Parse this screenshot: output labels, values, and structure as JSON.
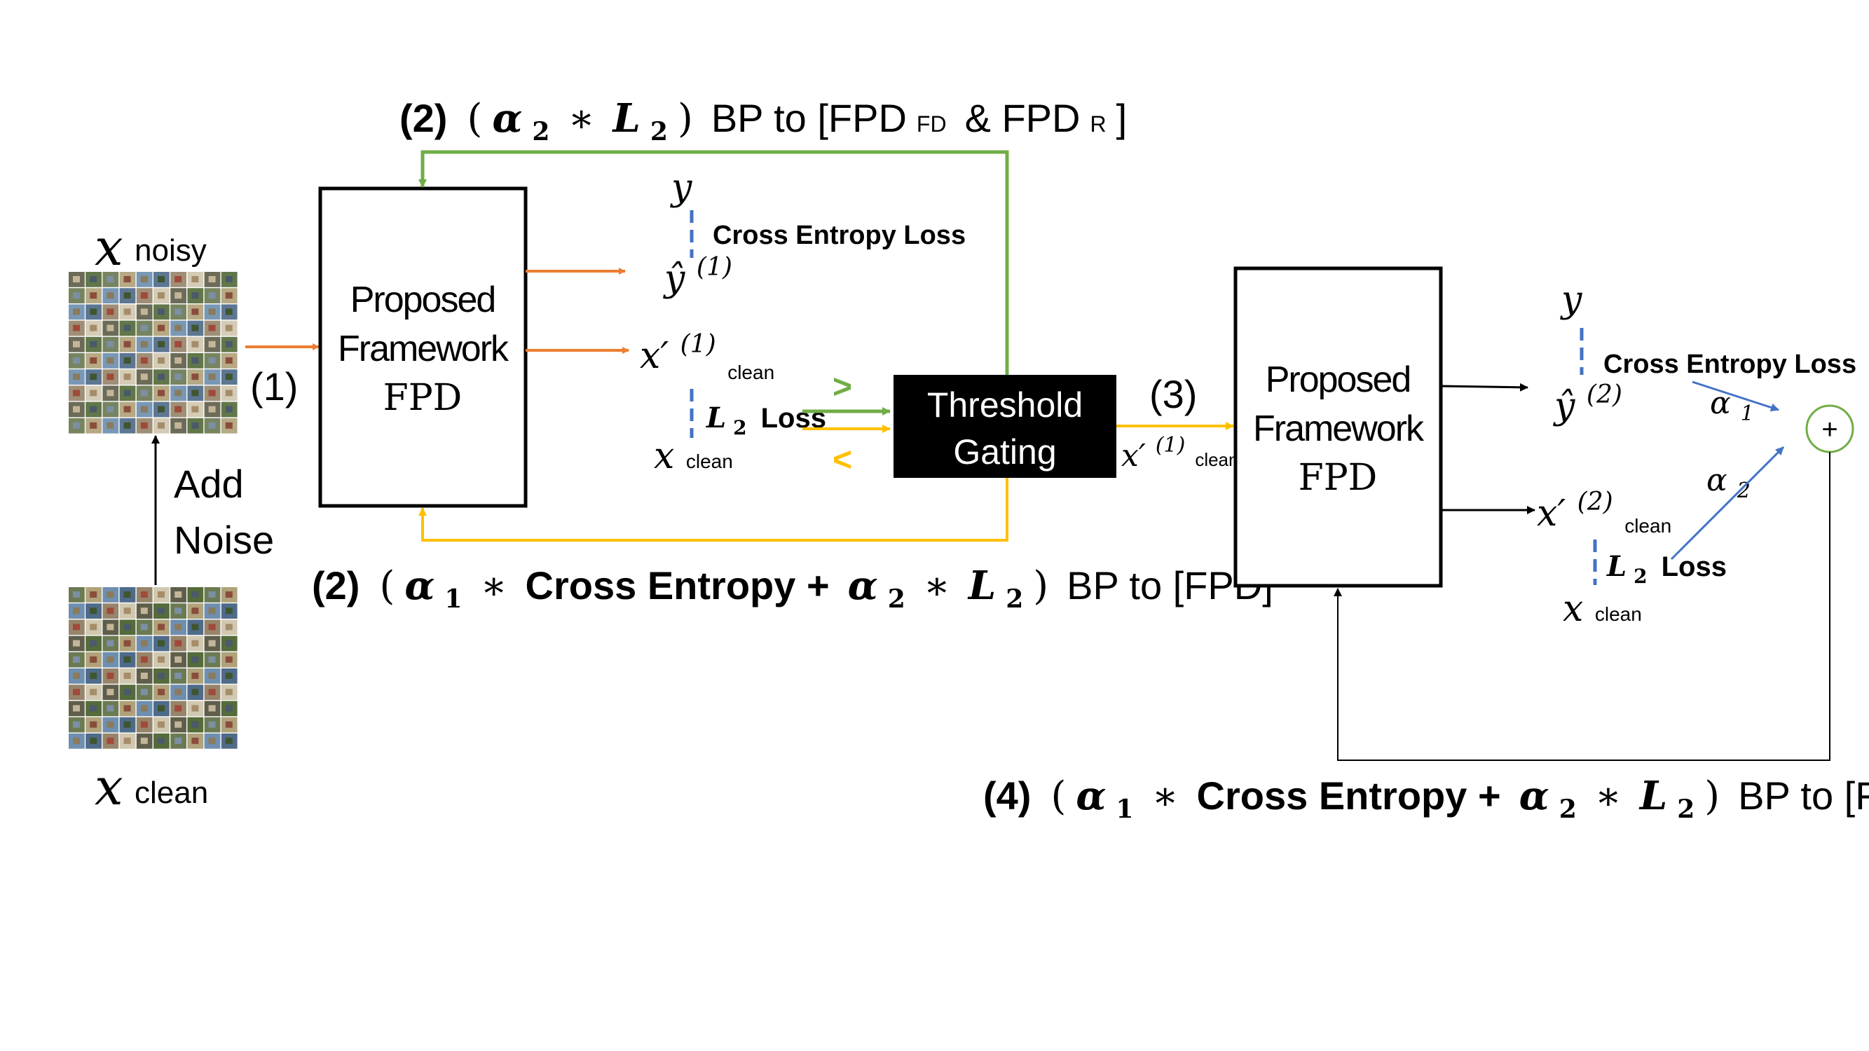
{
  "top_label": {
    "step": "(2)",
    "open": "(",
    "alpha": "α",
    "alpha_sub": "2",
    "star": "∗",
    "loss": "L",
    "loss_sub": "2",
    "close": ")",
    "bp": "BP to [FPD",
    "sub_fd": "FD",
    "amp": "& FPD",
    "sub_r": "R",
    "end": "]"
  },
  "mid_label": {
    "step": "(2)",
    "open": "(",
    "alpha1": "α",
    "alpha1_sub": "1",
    "star": "∗",
    "ce": "Cross Entropy +",
    "alpha2": "α",
    "alpha2_sub": "2",
    "loss": "L",
    "loss_sub": "2",
    "close": ")",
    "bp": "BP to [FPD]"
  },
  "bottom_label": {
    "step": "(4)",
    "open": "(",
    "alpha1": "α",
    "alpha1_sub": "1",
    "star": "∗",
    "ce": "Cross Entropy +",
    "alpha2": "α",
    "alpha2_sub": "2",
    "loss": "L",
    "loss_sub": "2",
    "close": ")",
    "bp": "BP to [FPD]"
  },
  "inputs": {
    "x_noisy_symbol": "x",
    "x_noisy_sub": "noisy",
    "x_clean_symbol": "x",
    "x_clean_sub": "clean",
    "add_noise_line1": "Add",
    "add_noise_line2": "Noise",
    "step1": "(1)"
  },
  "fpd1": {
    "line1": "Proposed",
    "line2": "Framework",
    "line3": "FPD"
  },
  "fpd2": {
    "line1": "Proposed",
    "line2": "Framework",
    "line3": "FPD"
  },
  "stage1_losses": {
    "y": "y",
    "y_hat": "ŷ",
    "y_hat_sup": "(1)",
    "ce_loss": "Cross Entropy Loss",
    "x_prime": "x′",
    "x_prime_sup": "(1)",
    "x_prime_sub": "clean",
    "l2": "L",
    "l2_sub": "2",
    "l2_loss": "Loss",
    "x_clean": "x",
    "x_clean_sub": "clean"
  },
  "gating": {
    "line1": "Threshold",
    "line2": "Gating",
    "gt": ">",
    "lt": "<",
    "step3": "(3)",
    "out_x": "x′",
    "out_sup": "(1)",
    "out_sub": "clean"
  },
  "stage2_losses": {
    "y": "y",
    "y_hat": "ŷ",
    "y_hat_sup": "(2)",
    "ce_loss": "Cross Entropy Loss",
    "x_prime": "x′",
    "x_prime_sup": "(2)",
    "x_prime_sub": "clean",
    "l2": "L",
    "l2_sub": "2",
    "l2_loss": "Loss",
    "x_clean": "x",
    "x_clean_sub": "clean",
    "alpha1": "α",
    "alpha1_sub": "1",
    "alpha2": "α",
    "alpha2_sub": "2",
    "plus": "+"
  },
  "colors": {
    "orange": "#ED7D31",
    "green": "#70AD47",
    "yellow": "#FFC000",
    "blue": "#4472C4",
    "black": "#000000"
  }
}
